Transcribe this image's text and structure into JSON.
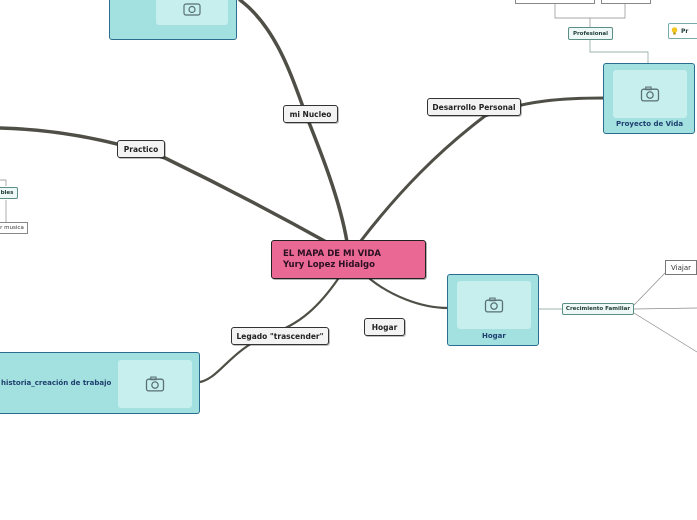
{
  "central": {
    "line1": "EL MAPA DE MI VIDA",
    "line2": "Yury Lopez Hidalgo"
  },
  "topics": {
    "nucleo": "mi Nucleo",
    "desarrollo": "Desarrollo Personal",
    "practico": "Practico",
    "hogar": "Hogar",
    "legado": "Legado \"trascender\""
  },
  "image_nodes": {
    "proyecto": "Proyecto de Vida",
    "hogar": "Hogar",
    "historia": "historia_creación de trabajo"
  },
  "subtopics": {
    "profesional": "Profesional",
    "crecimiento": "Crecimiento Familiar",
    "viajar": "Viajar",
    "bles": "bles",
    "musica": "r musica",
    "pr": "Pr"
  },
  "icons": {
    "image": "camera-icon",
    "idea": "lightbulb-icon"
  },
  "colors": {
    "central": "#ea6894",
    "image_node": "#a3e0e0",
    "image_node_border": "#2b6d8e",
    "branch": "#4f4f47"
  }
}
